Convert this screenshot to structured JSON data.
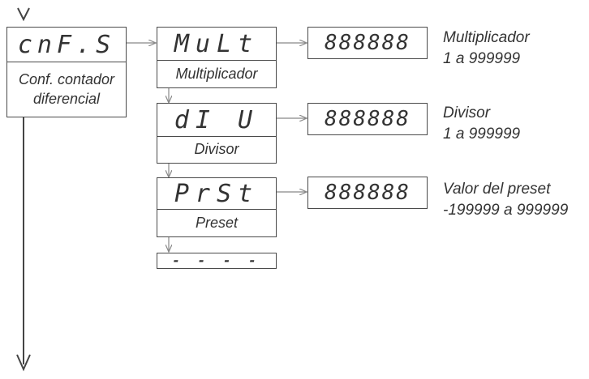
{
  "diagram": {
    "root": {
      "display": "cnF.S",
      "label_line1": "Conf. contador",
      "label_line2": "diferencial"
    },
    "params": [
      {
        "display": "MuLt",
        "label": "Multiplicador",
        "value_display": "888888",
        "desc_line1": "Multiplicador",
        "desc_line2": "1 a 999999"
      },
      {
        "display": "dI U",
        "label": "Divisor",
        "value_display": "888888",
        "desc_line1": "Divisor",
        "desc_line2": "1 a 999999"
      },
      {
        "display": "PrSt",
        "label": "Preset",
        "value_display": "888888",
        "desc_line1": "Valor del preset",
        "desc_line2": "-199999 a 999999"
      }
    ],
    "end_display": "- - - -"
  }
}
